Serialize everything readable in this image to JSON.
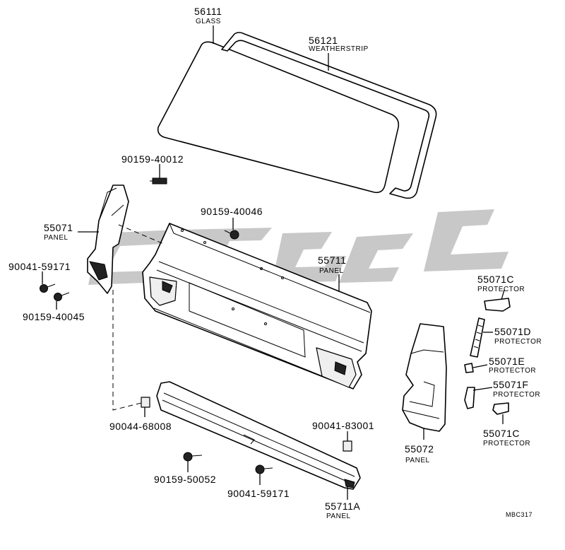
{
  "diagram": {
    "code": "MBC317",
    "parts": [
      {
        "number": "56111",
        "name": "GLASS"
      },
      {
        "number": "56121",
        "name": "WEATHERSTRIP"
      },
      {
        "number": "90159-40012",
        "name": ""
      },
      {
        "number": "90159-40046",
        "name": ""
      },
      {
        "number": "55071",
        "name": "PANEL"
      },
      {
        "number": "90041-59171",
        "name": ""
      },
      {
        "number": "90159-40045",
        "name": ""
      },
      {
        "number": "55711",
        "name": "PANEL"
      },
      {
        "number": "55071C",
        "name": "PROTECTOR"
      },
      {
        "number": "55071D",
        "name": "PROTECTOR"
      },
      {
        "number": "55071E",
        "name": "PROTECTOR"
      },
      {
        "number": "55071F",
        "name": "PROTECTOR"
      },
      {
        "number": "55071C",
        "name": "PROTECTOR"
      },
      {
        "number": "55072",
        "name": "PANEL"
      },
      {
        "number": "90044-68008",
        "name": ""
      },
      {
        "number": "90041-83001",
        "name": ""
      },
      {
        "number": "90159-50052",
        "name": ""
      },
      {
        "number": "90041-59171",
        "name": ""
      },
      {
        "number": "55711A",
        "name": "PANEL"
      }
    ]
  }
}
